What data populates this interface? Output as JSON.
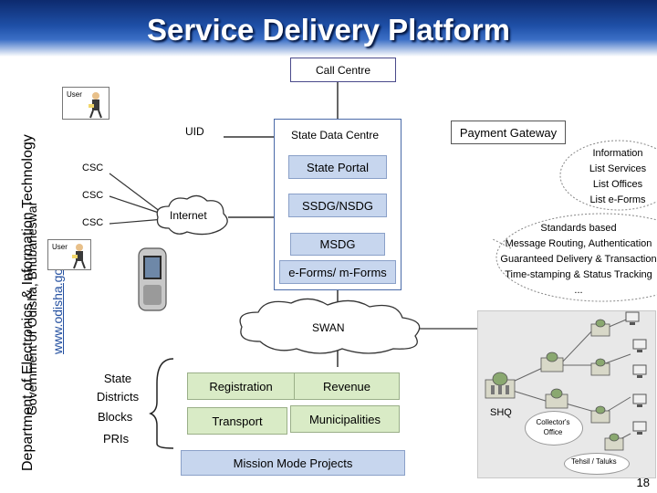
{
  "header": {
    "title": "Service Delivery Platform"
  },
  "sidebar": {
    "line1": "Department of Electronics & Information Technology",
    "line2": "Government of Odisha, Bhubaneswar",
    "line3": "www.odisha.gov.in"
  },
  "diagram": {
    "call_centre": "Call Centre",
    "uid": "UID",
    "csc_1": "CSC",
    "csc_2": "CSC",
    "csc_3": "CSC",
    "internet": "Internet",
    "state_data_centre": "State Data Centre",
    "state_portal": "State Portal",
    "ssdg": "SSDG/NSDG",
    "msdg": "MSDG",
    "eforms": "e-Forms/ m-Forms",
    "payment_gateway": "Payment Gateway",
    "info_callout": [
      "Information",
      "List Services",
      "List Offices",
      "List e-Forms"
    ],
    "standards_callout": [
      "Standards based",
      "Message Routing, Authentication",
      "Guaranteed Delivery & Transaction",
      "Time-stamping & Status Tracking",
      "..."
    ],
    "swan": "SWAN",
    "state_districts": "State Districts",
    "blocks": "Blocks",
    "pris": "PRIs",
    "registration": "Registration",
    "revenue": "Revenue",
    "transport": "Transport",
    "municipalities": "Municipalities",
    "mission_mode": "Mission Mode Projects",
    "shq": "SHQ",
    "collectors_office": "Collector's Office",
    "tehsil": "Tehsil / Taluks",
    "user_label_1": "User",
    "user_label_2": "User"
  },
  "page_number": "18",
  "colors": {
    "title_blue": "#1e4fa6",
    "box_blue": "#c7d6ee",
    "box_green": "#d9ebc6"
  }
}
